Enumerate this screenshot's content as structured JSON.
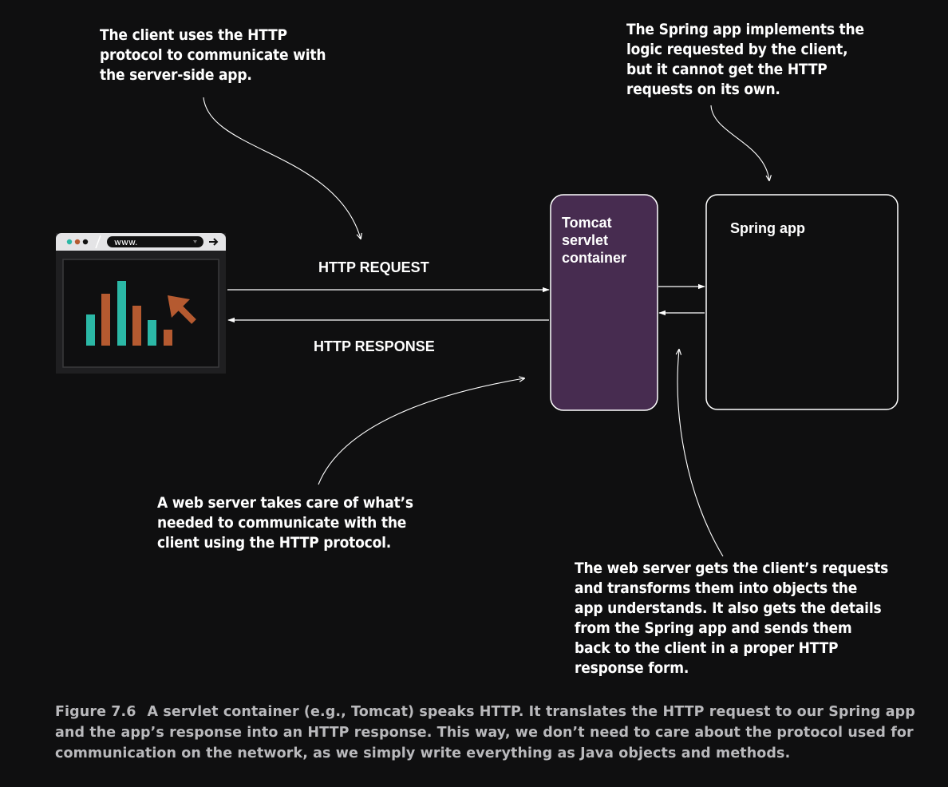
{
  "annotations": {
    "client_http": "The client uses the HTTP\nprotocol to communicate with\nthe server-side app.",
    "spring_logic": "The Spring app implements the\nlogic requested by the client,\nbut it cannot get the HTTP\nrequests on its own.",
    "web_server_comm": "A web server takes care of what’s\nneeded to communicate with the\nclient using the HTTP protocol.",
    "web_server_transform": "The web server gets the client’s requests\nand transforms them into objects the\napp understands. It also gets the details\nfrom the Spring app and sends them\nback to the client in a proper HTTP\nresponse form."
  },
  "flows": {
    "request": "HTTP REQUEST",
    "response": "HTTP RESPONSE"
  },
  "boxes": {
    "tomcat": "Tomcat\nservlet\ncontainer",
    "spring": "Spring app"
  },
  "browser": {
    "url": "www."
  },
  "caption": {
    "figure_number": "Figure 7.6",
    "text": "A servlet container (e.g., Tomcat) speaks HTTP. It translates the HTTP request to our Spring app and the app’s response into an HTTP response. This way, we don’t need to care about the protocol used for communication on the network, as we simply write everything as Java objects and methods."
  },
  "colors": {
    "background": "#0f0f10",
    "tomcat_fill": "#472c50",
    "teal": "#2bb8a6",
    "orange": "#b55a30"
  }
}
